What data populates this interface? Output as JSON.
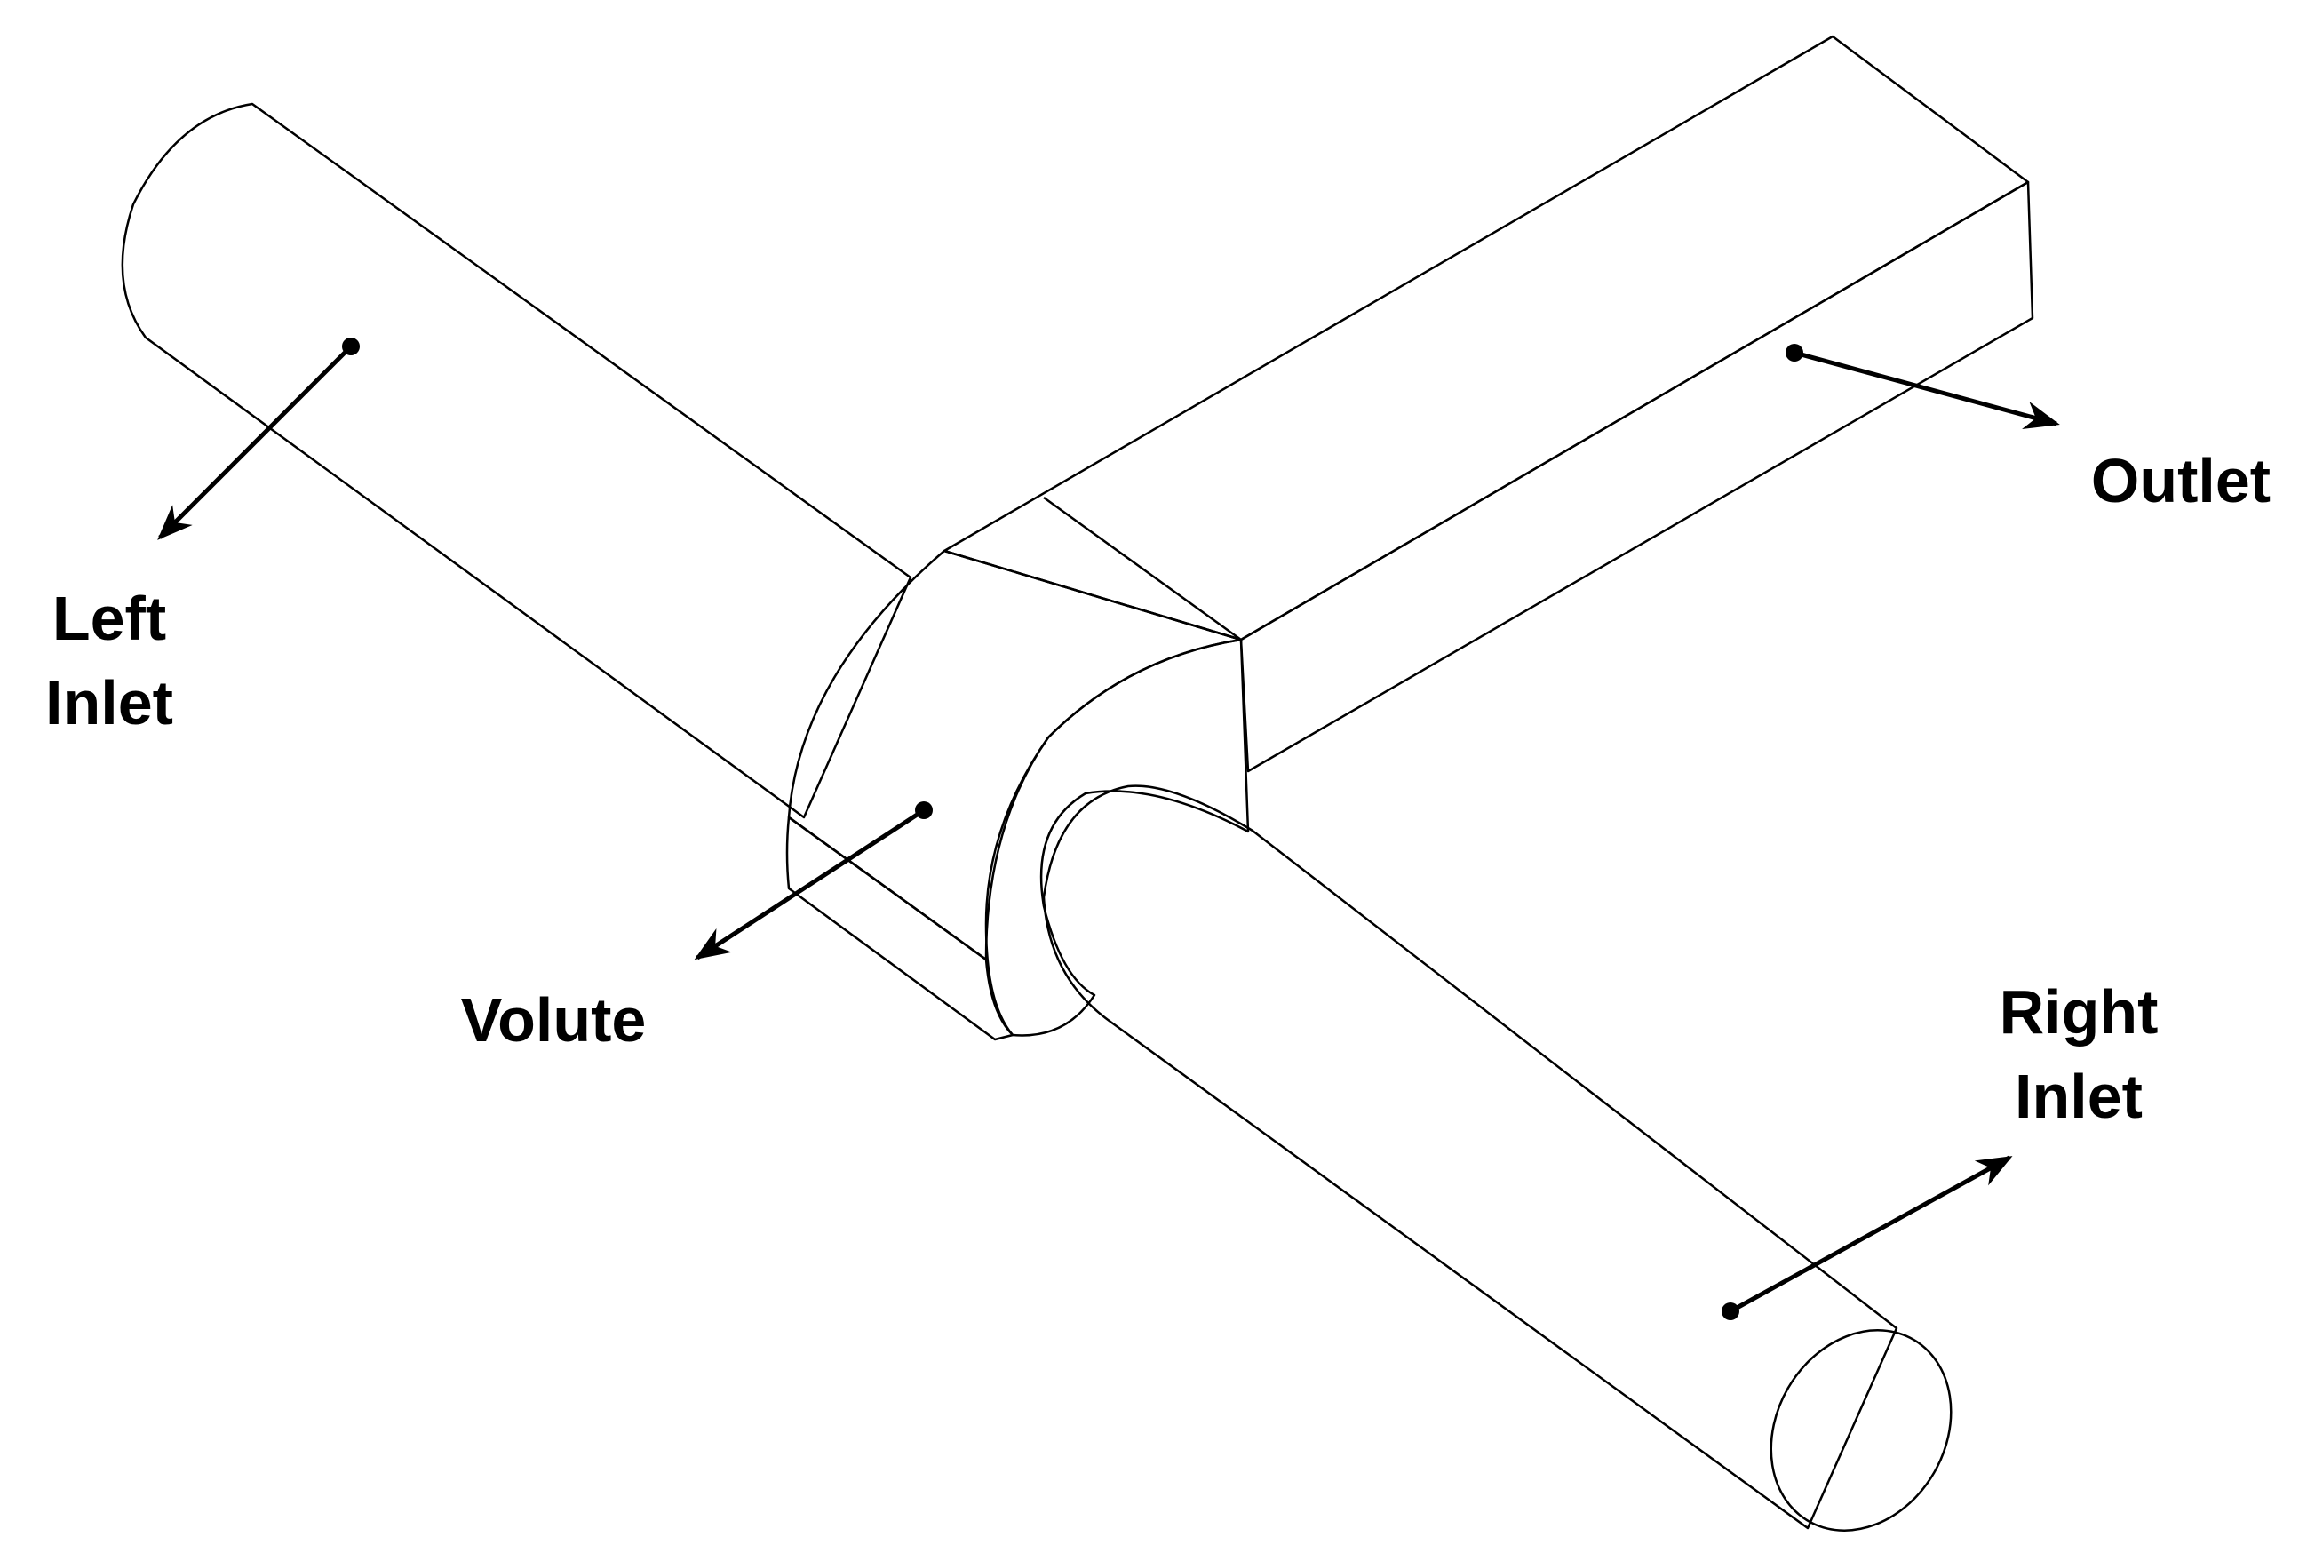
{
  "figure": {
    "parts": [
      {
        "id": "left-inlet",
        "label_lines": [
          "Left",
          "Inlet"
        ]
      },
      {
        "id": "volute",
        "label_lines": [
          "Volute"
        ]
      },
      {
        "id": "outlet",
        "label_lines": [
          "Outlet"
        ]
      },
      {
        "id": "right-inlet",
        "label_lines": [
          "Right",
          "Inlet"
        ]
      }
    ],
    "colors": {
      "background": "#ffffff",
      "light_face": "#e2e2e2",
      "dark_face": "#4a434b",
      "outline": "#000000"
    }
  }
}
